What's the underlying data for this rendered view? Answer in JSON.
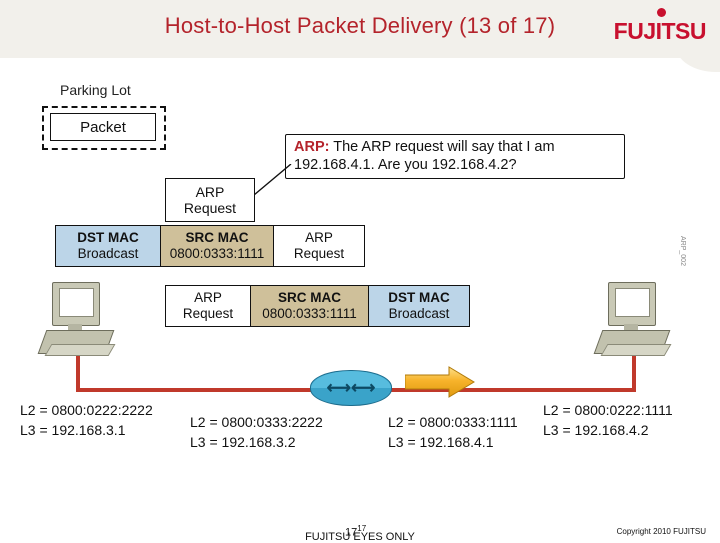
{
  "header": {
    "title": "Host-to-Host Packet Delivery (13 of 17)",
    "logo": "FUJITSU"
  },
  "diagram": {
    "parking_lot_label": "Parking Lot",
    "packet_label": "Packet",
    "callout": {
      "prefix": "ARP:",
      "text": " The ARP request will say that I am 192.168.4.1. Are you 192.168.4.2?"
    },
    "arp_request_box": {
      "line1": "ARP",
      "line2": "Request"
    },
    "frame_top": [
      {
        "line1": "DST MAC",
        "line2": "Broadcast",
        "style": "blue"
      },
      {
        "line1": "SRC MAC",
        "line2": "0800:0333:1111",
        "style": "tan"
      },
      {
        "line1": "ARP",
        "line2": "Request",
        "style": "white"
      }
    ],
    "frame_bottom": [
      {
        "line1": "ARP",
        "line2": "Request",
        "style": "white"
      },
      {
        "line1": "SRC MAC",
        "line2": "0800:0333:1111",
        "style": "tan"
      },
      {
        "line1": "DST MAC",
        "line2": "Broadcast",
        "style": "blue"
      }
    ],
    "addresses": [
      {
        "l2": "L2 = 0800:0222:2222",
        "l3": "L3 = 192.168.3.1"
      },
      {
        "l2": "L2 = 0800:0333:2222",
        "l3": "L3 = 192.168.3.2"
      },
      {
        "l2": "L2 = 0800:0333:1111",
        "l3": "L3 = 192.168.4.1"
      },
      {
        "l2": "L2 = 0800:0222:1111",
        "l3": "L3 = 192.168.4.2"
      }
    ],
    "side_note": "ARP_002"
  },
  "footer": {
    "page_number": "17",
    "page_superscript": "17",
    "center": "FUJITSU EYES ONLY",
    "copyright": "Copyright 2010 FUJITSU"
  },
  "colors": {
    "title_red": "#b4232b",
    "header_bg": "#f2f0eb",
    "cell_blue": "#bcd5e8",
    "cell_tan": "#cfc09a",
    "cable_red": "#c0392b",
    "router_blue": "#3aa3c9",
    "arrow_yellow": "#f5b324"
  }
}
